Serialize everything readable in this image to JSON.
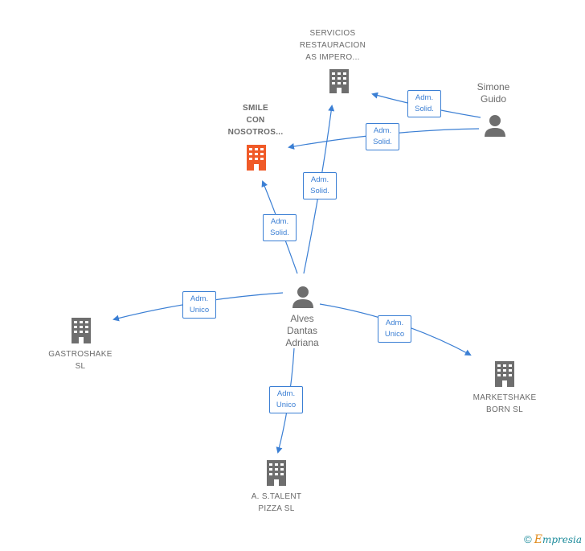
{
  "colors": {
    "edge": "#3b7fd4",
    "building_default": "#6e6e6e",
    "building_highlight": "#f05a28",
    "person": "#6e6e6e"
  },
  "nodes": {
    "servicios": {
      "lines": [
        "SERVICIOS",
        "RESTAURACION",
        "AS IMPERO..."
      ],
      "icon": "building-icon"
    },
    "smile": {
      "lines": [
        "SMILE",
        "CON",
        "NOSOTROS..."
      ],
      "icon": "building-icon",
      "highlight": true
    },
    "simone": {
      "lines": [
        "Simone",
        "Guido"
      ],
      "icon": "person-icon"
    },
    "alves": {
      "lines": [
        "Alves",
        "Dantas",
        "Adriana"
      ],
      "icon": "person-icon"
    },
    "gastroshake": {
      "lines": [
        "GASTROSHAKE",
        "SL"
      ],
      "icon": "building-icon"
    },
    "marketshake": {
      "lines": [
        "MARKETSHAKE",
        "BORN SL"
      ],
      "icon": "building-icon"
    },
    "astalent": {
      "lines": [
        "A. S.TALENT",
        "PIZZA SL"
      ],
      "icon": "building-icon"
    }
  },
  "edges": {
    "simone_servicios": [
      "Adm.",
      "Solid."
    ],
    "simone_smile": [
      "Adm.",
      "Solid."
    ],
    "alves_servicios": [
      "Adm.",
      "Solid."
    ],
    "alves_smile": [
      "Adm.",
      "Solid."
    ],
    "alves_gastroshake": [
      "Adm.",
      "Unico"
    ],
    "alves_marketshake": [
      "Adm.",
      "Unico"
    ],
    "alves_astalent": [
      "Adm.",
      "Unico"
    ]
  },
  "footer": {
    "copyright_symbol": "©",
    "brand_first": "E",
    "brand_rest": "mpresia"
  }
}
